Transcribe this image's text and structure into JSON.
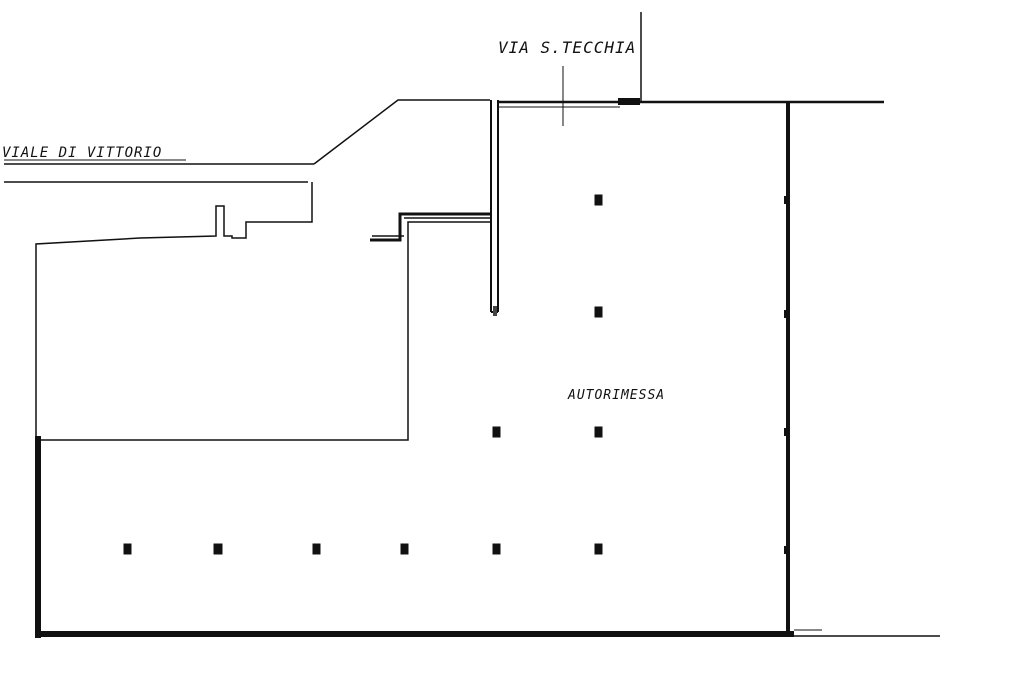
{
  "labels": {
    "street_west": "VIALE DI VITTORIO",
    "street_north": "VIA S.TECCHIA",
    "room": "AUTORIMESSA"
  },
  "colors": {
    "line": "#111111",
    "background": "#ffffff"
  }
}
